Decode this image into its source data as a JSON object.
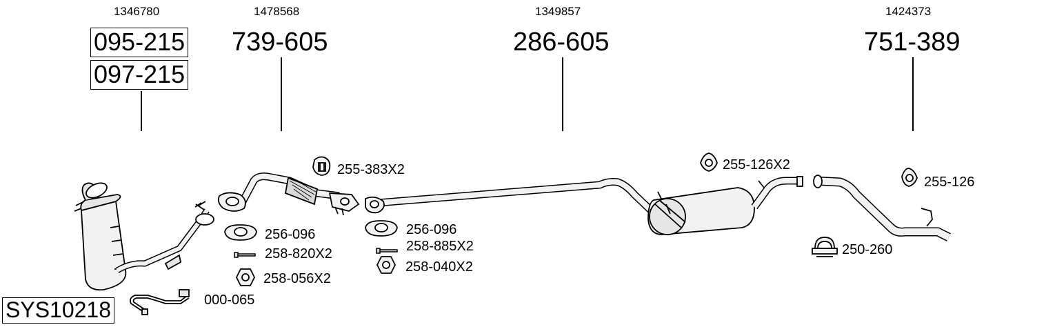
{
  "system_code": "SYS10218",
  "oem_numbers": {
    "dpf": "1346780",
    "front_pipe": "1478568",
    "middle_pipe": "1349857",
    "rear_pipe": "1424373"
  },
  "part_numbers": {
    "dpf_primary": "095-215",
    "dpf_alternate": "097-215",
    "front_pipe": "739-605",
    "middle_pipe": "286-605",
    "rear_pipe": "751-389"
  },
  "accessories": {
    "rubber_mount_front": "255-383X2",
    "gasket_1": "256-096",
    "bolt_1": "258-820X2",
    "nut_1": "258-056X2",
    "sensor_pipe": "000-065",
    "gasket_2": "256-096",
    "bolt_2": "258-885X2",
    "nut_2": "258-040X2",
    "rubber_mount_middle": "255-126X2",
    "rubber_mount_rear": "255-126",
    "clamp": "250-260"
  },
  "colors": {
    "stroke": "#000000",
    "pipe_fill": "#f2f2f2",
    "shade": "#cfcfcf"
  }
}
